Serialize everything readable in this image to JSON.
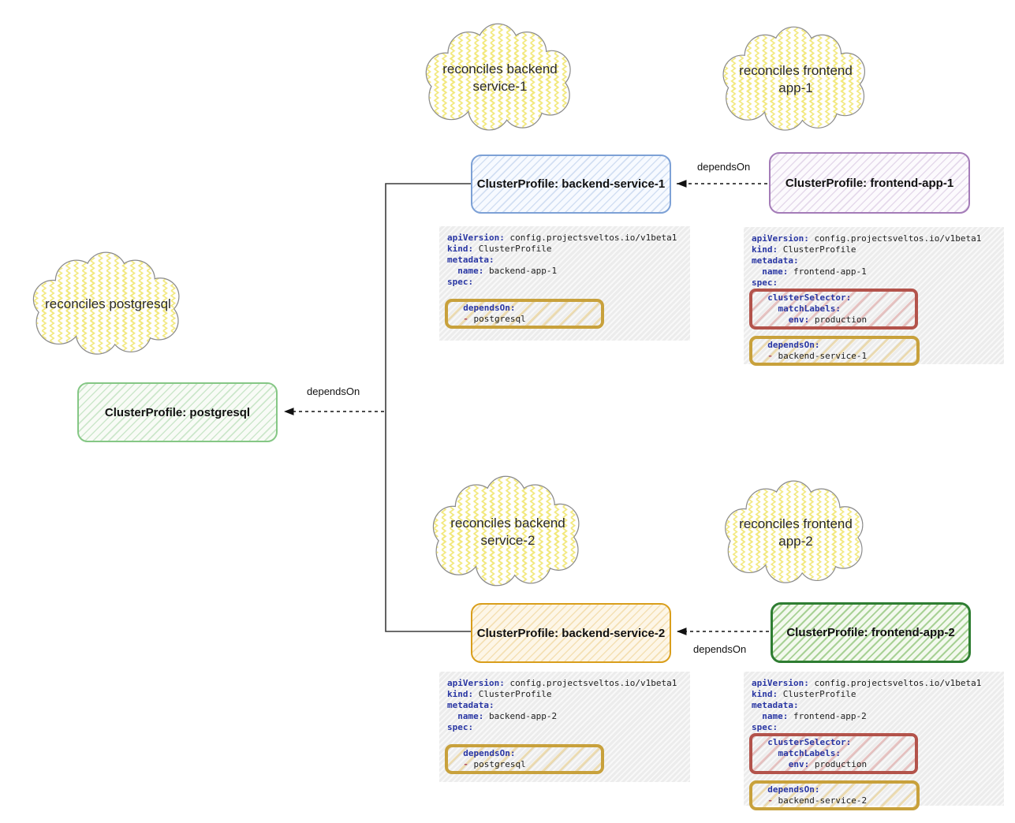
{
  "clouds": {
    "backend_1": {
      "line1": "reconciles backend",
      "line2": "service-1"
    },
    "frontend_1": {
      "line1": "reconciles frontend",
      "line2": "app-1"
    },
    "postgresql": {
      "line1": "reconciles postgresql"
    },
    "backend_2": {
      "line1": "reconciles backend",
      "line2": "service-2"
    },
    "frontend_2": {
      "line1": "reconciles frontend",
      "line2": "app-2"
    }
  },
  "nodes": {
    "backend_service_1": {
      "label": "ClusterProfile: backend-service-1",
      "accent_color": "#7da1d6"
    },
    "frontend_app_1": {
      "label": "ClusterProfile: frontend-app-1",
      "accent_color": "#a47cb8"
    },
    "postgresql": {
      "label": "ClusterProfile: postgresql",
      "accent_color": "#85c785"
    },
    "backend_service_2": {
      "label": "ClusterProfile: backend-service-2",
      "accent_color": "#d99e1b"
    },
    "frontend_app_2": {
      "label": "ClusterProfile: frontend-app-2",
      "accent_color": "#2e7d32"
    }
  },
  "edges": {
    "e1": {
      "from": "frontend-app-1",
      "to": "backend-service-1",
      "label": "dependsOn"
    },
    "e2": {
      "from": "frontend-app-2",
      "to": "backend-service-2",
      "label": "dependsOn"
    },
    "e3": {
      "from": "backend-services",
      "to": "postgresql",
      "label": "dependsOn"
    }
  },
  "highlight_colors": {
    "depends_on_box": "#c8a13c",
    "cluster_selector_box": "#b3534b"
  },
  "yaml_blocks": [
    {
      "id": "backend-app-1",
      "segments": [
        {
          "style": "plain",
          "lines": [
            [
              [
                "key",
                "apiVersion:"
              ],
              [
                "val",
                " config.projectsveltos.io/v1beta1"
              ]
            ],
            [
              [
                "key",
                "kind:"
              ],
              [
                "val",
                " ClusterProfile"
              ]
            ],
            [
              [
                "key",
                "metadata:"
              ]
            ],
            [
              [
                "val",
                "  "
              ],
              [
                "key",
                "name:"
              ],
              [
                "val",
                " backend-app-1"
              ]
            ],
            [
              [
                "key",
                "spec:"
              ]
            ]
          ]
        },
        {
          "style": "gold",
          "lines": [
            [
              [
                "val",
                "  "
              ],
              [
                "key",
                "dependsOn:"
              ]
            ],
            [
              [
                "val",
                "  "
              ],
              [
                "dash",
                "-"
              ],
              [
                "val",
                " postgresql"
              ]
            ]
          ]
        }
      ]
    },
    {
      "id": "frontend-app-1",
      "segments": [
        {
          "style": "plain",
          "lines": [
            [
              [
                "key",
                "apiVersion:"
              ],
              [
                "val",
                " config.projectsveltos.io/v1beta1"
              ]
            ],
            [
              [
                "key",
                "kind:"
              ],
              [
                "val",
                " ClusterProfile"
              ]
            ],
            [
              [
                "key",
                "metadata:"
              ]
            ],
            [
              [
                "val",
                "  "
              ],
              [
                "key",
                "name:"
              ],
              [
                "val",
                " frontend-app-1"
              ]
            ],
            [
              [
                "key",
                "spec:"
              ]
            ]
          ]
        },
        {
          "style": "red",
          "lines": [
            [
              [
                "val",
                "  "
              ],
              [
                "key",
                "clusterSelector:"
              ]
            ],
            [
              [
                "val",
                "    "
              ],
              [
                "key",
                "matchLabels:"
              ]
            ],
            [
              [
                "val",
                "      "
              ],
              [
                "key",
                "env:"
              ],
              [
                "val",
                " production"
              ]
            ]
          ]
        },
        {
          "style": "gold",
          "lines": [
            [
              [
                "val",
                "  "
              ],
              [
                "key",
                "dependsOn:"
              ]
            ],
            [
              [
                "val",
                "  "
              ],
              [
                "dash",
                "-"
              ],
              [
                "val",
                " backend-service-1"
              ]
            ]
          ]
        }
      ]
    },
    {
      "id": "backend-app-2",
      "segments": [
        {
          "style": "plain",
          "lines": [
            [
              [
                "key",
                "apiVersion:"
              ],
              [
                "val",
                " config.projectsveltos.io/v1beta1"
              ]
            ],
            [
              [
                "key",
                "kind:"
              ],
              [
                "val",
                " ClusterProfile"
              ]
            ],
            [
              [
                "key",
                "metadata:"
              ]
            ],
            [
              [
                "val",
                "  "
              ],
              [
                "key",
                "name:"
              ],
              [
                "val",
                " backend-app-2"
              ]
            ],
            [
              [
                "key",
                "spec:"
              ]
            ]
          ]
        },
        {
          "style": "gold",
          "lines": [
            [
              [
                "val",
                "  "
              ],
              [
                "key",
                "dependsOn:"
              ]
            ],
            [
              [
                "val",
                "  "
              ],
              [
                "dash",
                "-"
              ],
              [
                "val",
                " postgresql"
              ]
            ]
          ]
        }
      ]
    },
    {
      "id": "frontend-app-2",
      "segments": [
        {
          "style": "plain",
          "lines": [
            [
              [
                "key",
                "apiVersion:"
              ],
              [
                "val",
                " config.projectsveltos.io/v1beta1"
              ]
            ],
            [
              [
                "key",
                "kind:"
              ],
              [
                "val",
                " ClusterProfile"
              ]
            ],
            [
              [
                "key",
                "metadata:"
              ]
            ],
            [
              [
                "val",
                "  "
              ],
              [
                "key",
                "name:"
              ],
              [
                "val",
                " frontend-app-2"
              ]
            ],
            [
              [
                "key",
                "spec:"
              ]
            ]
          ]
        },
        {
          "style": "red",
          "lines": [
            [
              [
                "val",
                "  "
              ],
              [
                "key",
                "clusterSelector:"
              ]
            ],
            [
              [
                "val",
                "    "
              ],
              [
                "key",
                "matchLabels:"
              ]
            ],
            [
              [
                "val",
                "      "
              ],
              [
                "key",
                "env:"
              ],
              [
                "val",
                " production"
              ]
            ]
          ]
        },
        {
          "style": "gold",
          "lines": [
            [
              [
                "val",
                "  "
              ],
              [
                "key",
                "dependsOn:"
              ]
            ],
            [
              [
                "val",
                "  "
              ],
              [
                "dash",
                "-"
              ],
              [
                "val",
                " backend-service-2"
              ]
            ]
          ]
        }
      ]
    }
  ]
}
